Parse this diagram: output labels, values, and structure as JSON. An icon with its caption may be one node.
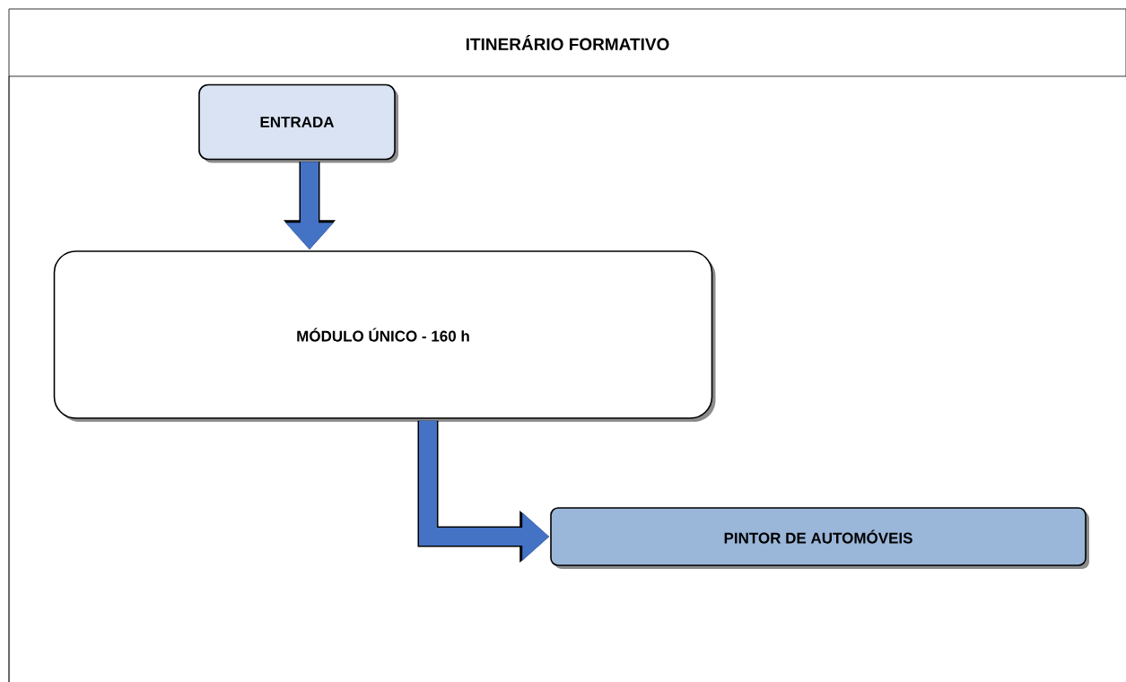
{
  "diagram": {
    "title": "ITINERÁRIO FORMATIVO",
    "nodes": [
      {
        "text": [
          "ENTRADA"
        ]
      },
      {
        "text": [
          "MÓDULO ÚNICO - 160 h"
        ]
      },
      {
        "text": [
          "PINTOR DE AUTOMÓVEIS"
        ]
      }
    ],
    "edges": [
      {
        "from": 0,
        "to": 1,
        "arrow": "to"
      },
      {
        "from": 1,
        "to": 2,
        "arrow": "to"
      }
    ]
  }
}
